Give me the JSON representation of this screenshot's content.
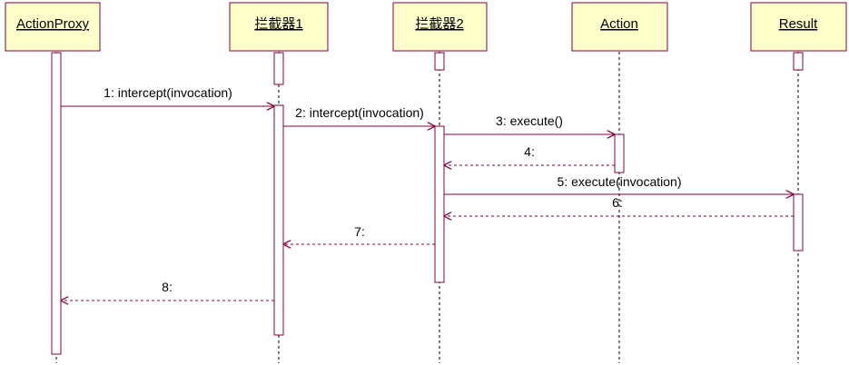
{
  "diagram": {
    "participants": [
      {
        "id": "p1",
        "name": "ActionProxy"
      },
      {
        "id": "p2",
        "name": "拦截器1"
      },
      {
        "id": "p3",
        "name": "拦截器2"
      },
      {
        "id": "p4",
        "name": "Action"
      },
      {
        "id": "p5",
        "name": "Result"
      }
    ],
    "messages": [
      {
        "id": "m1",
        "label": "1: intercept(invocation)",
        "from": "p1",
        "to": "p2",
        "kind": "call"
      },
      {
        "id": "m2",
        "label": "2: intercept(invocation)",
        "from": "p2",
        "to": "p3",
        "kind": "call"
      },
      {
        "id": "m3",
        "label": "3: execute()",
        "from": "p3",
        "to": "p4",
        "kind": "call"
      },
      {
        "id": "m4",
        "label": "4:",
        "from": "p4",
        "to": "p3",
        "kind": "return"
      },
      {
        "id": "m5",
        "label": "5: execute(invocation)",
        "from": "p3",
        "to": "p5",
        "kind": "call"
      },
      {
        "id": "m6",
        "label": "6:",
        "from": "p5",
        "to": "p3",
        "kind": "return"
      },
      {
        "id": "m7",
        "label": "7:",
        "from": "p3",
        "to": "p2",
        "kind": "return"
      },
      {
        "id": "m8",
        "label": "8:",
        "from": "p2",
        "to": "p1",
        "kind": "return"
      }
    ],
    "colors": {
      "box_fill": "#ffffcc",
      "line": "#800040",
      "lifeline": "#000000",
      "text": "#000000"
    }
  }
}
